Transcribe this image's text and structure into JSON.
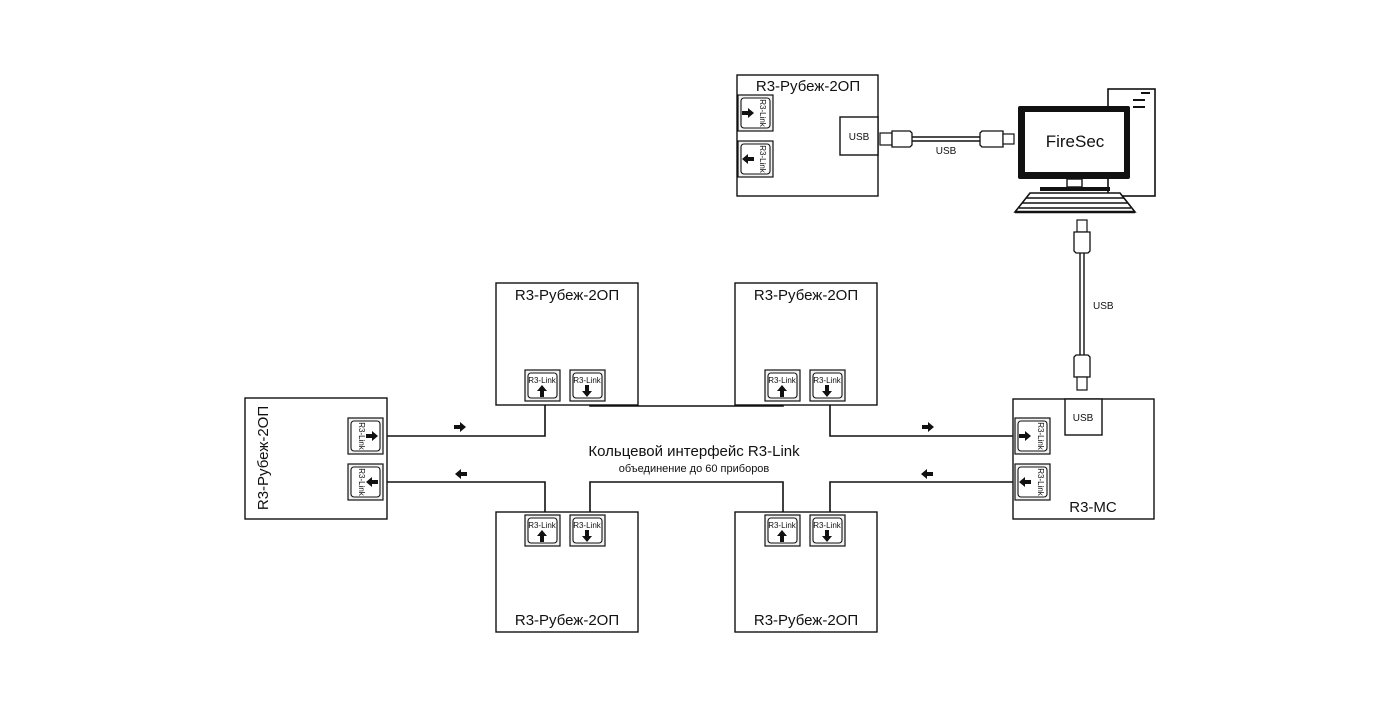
{
  "devices": {
    "top_left": "R3-Рубеж-2ОП",
    "top_right": "R3-Рубеж-2ОП",
    "bottom_left": "R3-Рубеж-2ОП",
    "bottom_right": "R3-Рубеж-2ОП",
    "left": "R3-Рубеж-2ОП",
    "usb_device": "R3-Рубеж-2ОП",
    "controller": "R3-МС"
  },
  "port_label": "R3-Link",
  "usb": {
    "port_label": "USB",
    "cable_label": "USB"
  },
  "computer": {
    "screen_label": "FireSec"
  },
  "ring": {
    "title": "Кольцевой интерфейс R3-Link",
    "subtitle": "объединение до 60 приборов"
  }
}
